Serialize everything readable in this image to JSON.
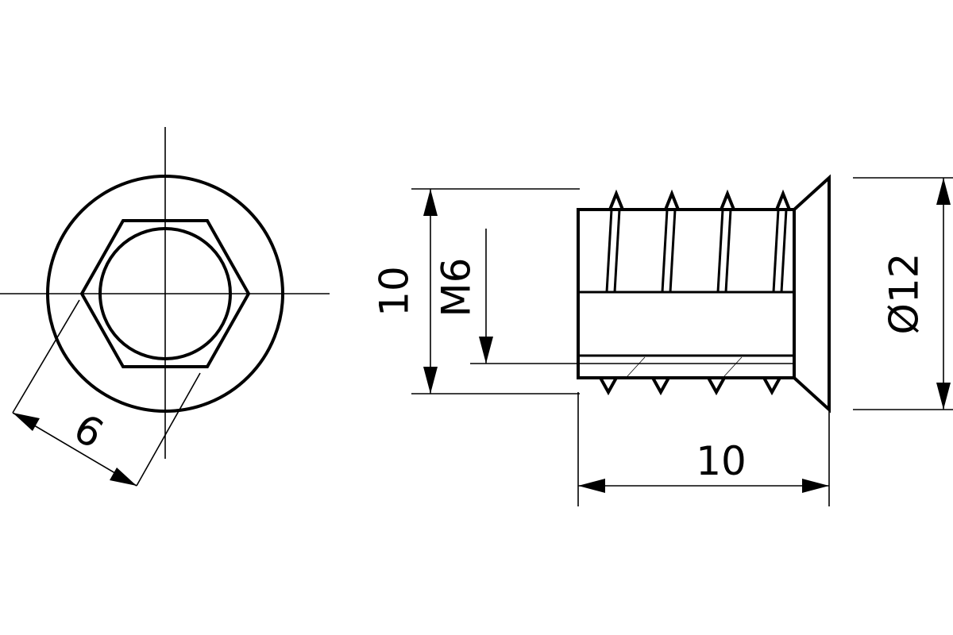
{
  "drawing": {
    "front_view": {
      "hex_across_flats_label": "6"
    },
    "side_view": {
      "height_label": "10",
      "thread_label": "M6",
      "length_label": "10",
      "diameter_label": "Ø12"
    }
  },
  "colors": {
    "line": "#000000",
    "background": "#ffffff"
  }
}
